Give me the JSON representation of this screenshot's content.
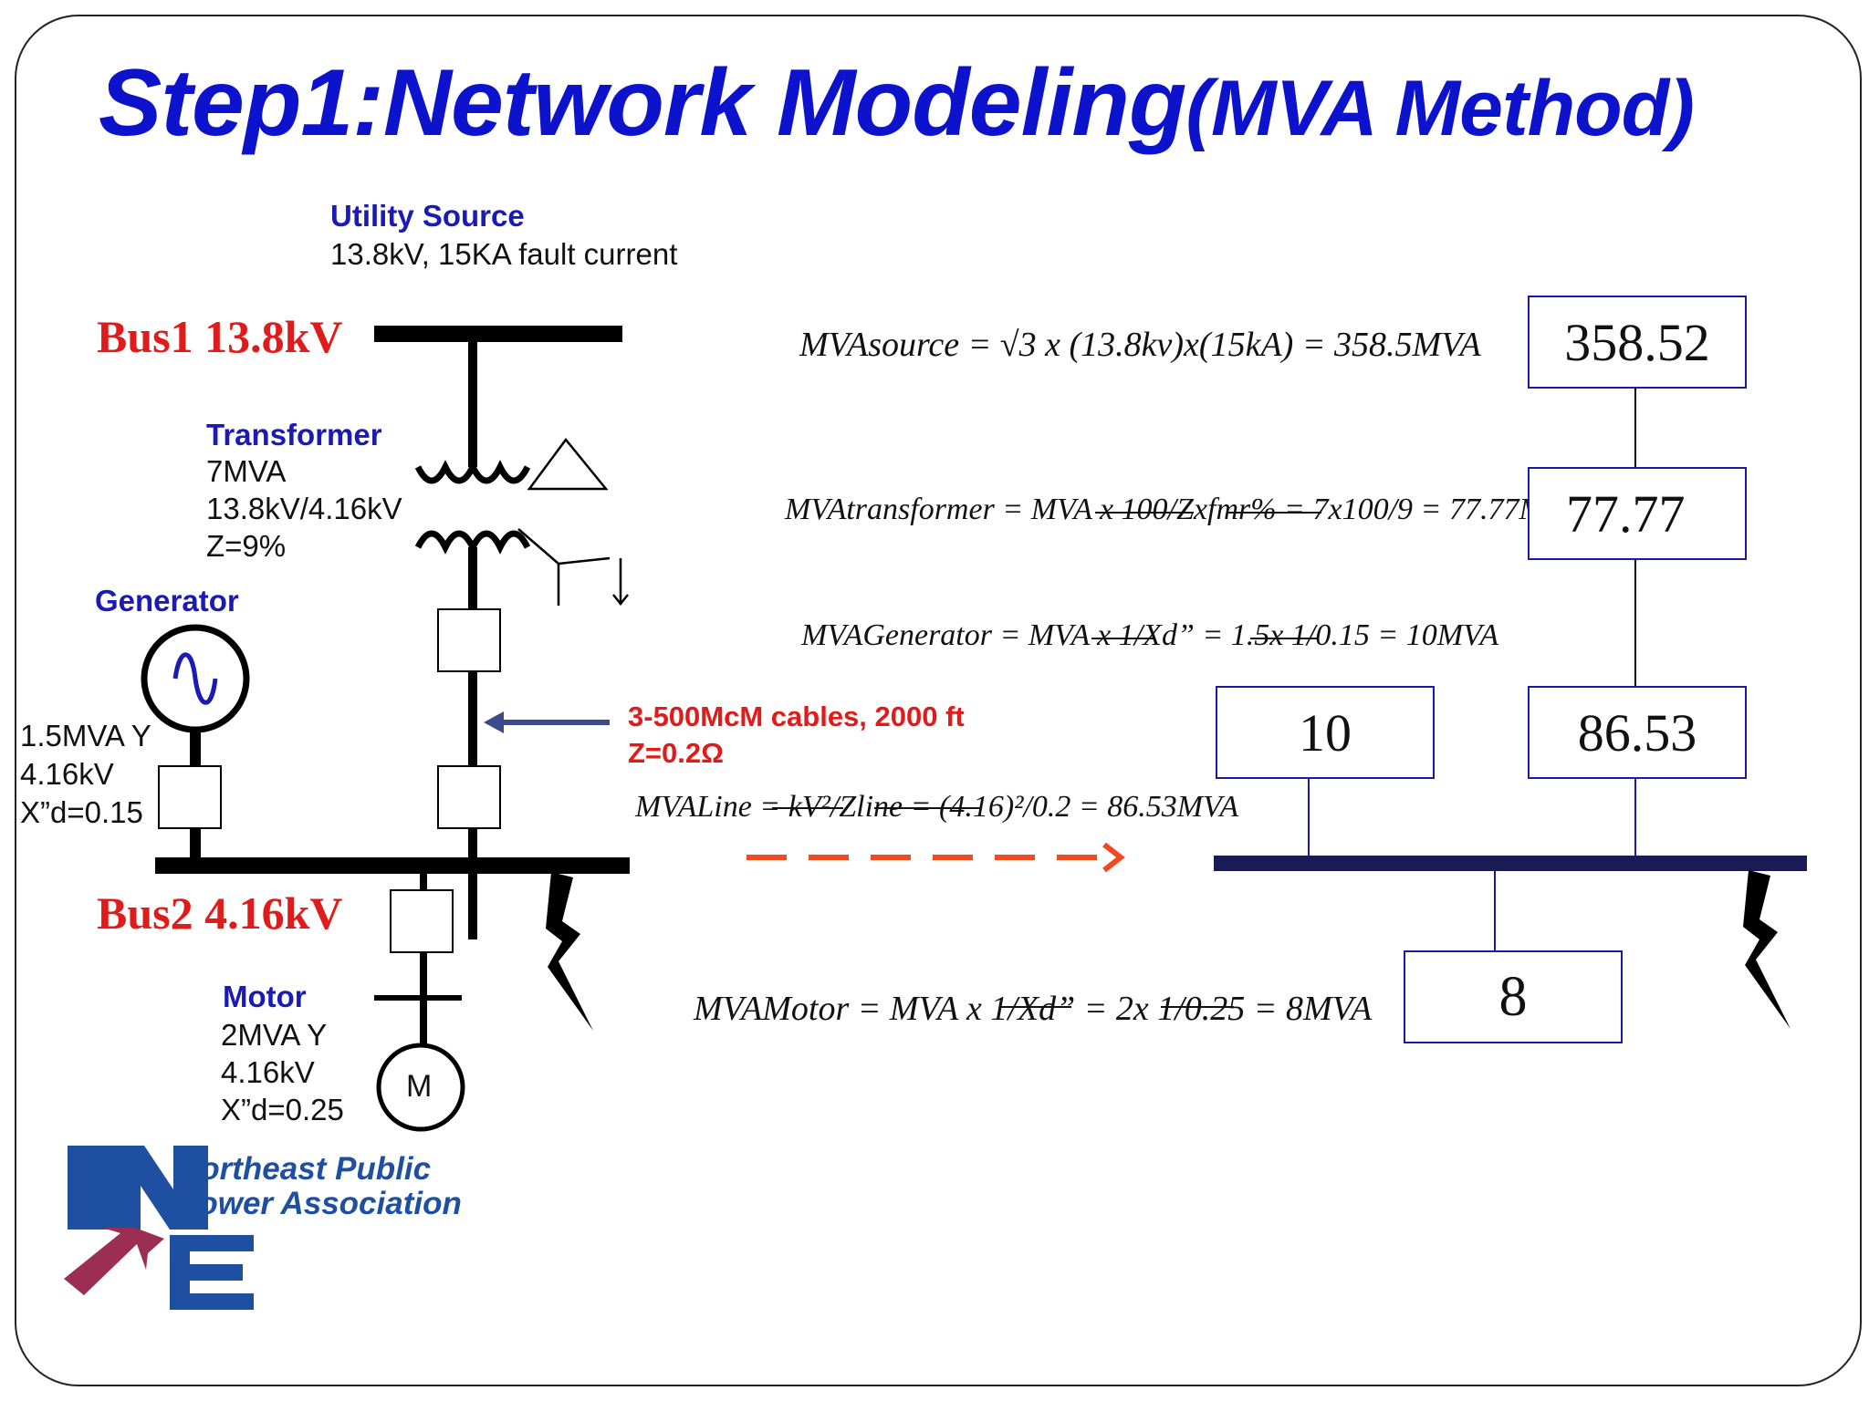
{
  "title": {
    "main": "Step1:Network Modeling",
    "sub": "(MVA Method)"
  },
  "utility": {
    "heading": "Utility Source",
    "detail": "13.8kV, 15KA fault current"
  },
  "bus1": {
    "label": "Bus1 13.8kV"
  },
  "bus2": {
    "label": "Bus2 4.16kV"
  },
  "transformer": {
    "heading": "Transformer",
    "lines": [
      "7MVA",
      "13.8kV/4.16kV",
      "Z=9%"
    ]
  },
  "generator": {
    "heading": "Generator",
    "lines": [
      "1.5MVA  Y",
      "4.16kV",
      "X”d=0.15"
    ]
  },
  "motor": {
    "heading": "Motor",
    "lines": [
      "2MVA  Y",
      "4.16kV",
      "X”d=0.25"
    ],
    "symbol": "M"
  },
  "cable": {
    "lines": [
      "3-500McM cables, 2000 ft",
      "Z=0.2Ω"
    ]
  },
  "equations": {
    "source": "MVAsource = √3 x (13.8kv)x(15kA) = 358.5MVA",
    "transformer": "MVAtransformer = MVA x 100/Zxfmr% = 7x100/9 = 77.77MVA",
    "generator": "MVAGenerator = MVA x 1/Xd” = 1.5x 1/0.15 = 10MVA",
    "line": "MVALine = kV²/Zline = (4.16)²/0.2 = 86.53MVA",
    "motor": "MVAMotor = MVA x 1/Xd” = 2x 1/0.25 = 8MVA"
  },
  "mva_boxes": {
    "source": "358.52",
    "transformer": "77.77",
    "generator": "10",
    "line": "86.53",
    "motor": "8"
  },
  "logo": {
    "lines": [
      "Northeast Public",
      "Power Association"
    ],
    "icon": "nppa-logo-icon"
  },
  "colors": {
    "title": "#0d12cc",
    "heading": "#1a1ab4",
    "red": "#e01b1b",
    "box_border": "#1a1aa6",
    "arrow_dashed": "#f04a1e",
    "arrow_blue": "#3b4a8a"
  }
}
